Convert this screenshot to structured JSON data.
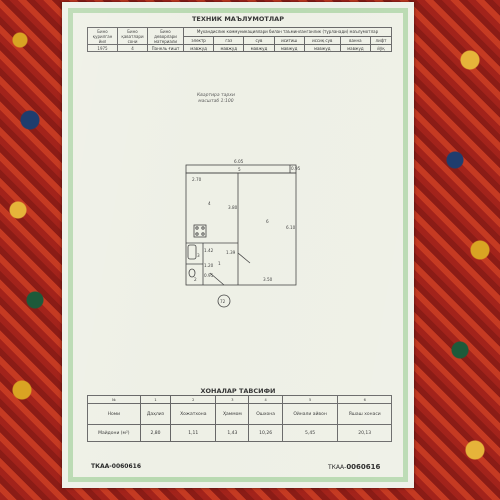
{
  "document": {
    "header_title": "ТЕХНИК МАЪЛУМОТЛАР",
    "top_table": {
      "col_built_year": "Бино қурилган йил",
      "col_floors": "Бино қаватлари сони",
      "col_wall_material": "Бино деворлари материали",
      "col_utilities": "Мұхандислик коммуникациялари билан таъминланганлик (тұрланади) маълумотлар",
      "sub_headers": [
        "электр",
        "газ",
        "сув",
        "иситиш",
        "иссиқ сув",
        "ванна",
        "лифт"
      ],
      "values_row": [
        "1975",
        "4",
        "Панель ғишт",
        "мавжуд",
        "мавжуд",
        "мавжуд",
        "мавжуд",
        "мавжуд",
        "мавжуд",
        "йўқ"
      ]
    },
    "plan_caption_line1": "Квартира тархи",
    "plan_caption_line2": "масштаб 1:100",
    "plan": {
      "dim_top": "6.05",
      "label_balcony": "5",
      "dim_kitchen_w": "2.70",
      "label_kitchen": "4",
      "dim_kitchen_h": "3.80",
      "label_room": "6",
      "dim_room_h": "6.10",
      "dim_room_w": "3.50",
      "label_hall": "1",
      "label_wc": "2",
      "label_bath": "3",
      "dim_hall_a": "1.42",
      "dim_hall_b": "1.39",
      "dim_small_a": "1.20",
      "dim_small_b": "0.95",
      "unit_number": "72",
      "dim_balcony_side": "0.95"
    },
    "bottom_title": "ХОНАЛАР ТАВСИФИ",
    "bottom_table": {
      "num_row": [
        "№",
        "1",
        "2",
        "3",
        "4",
        "5",
        "6"
      ],
      "name_row": [
        "Номи",
        "Даҳлиз",
        "Хожатхона",
        "Ҳаммом",
        "Ошхона",
        "Ойнали айвон",
        "Яшаш хонаси"
      ],
      "area_row": [
        "Майдони (м²)",
        "2,80",
        "1,11",
        "1,43",
        "10,26",
        "5,45",
        "20,13"
      ]
    },
    "code_left": "ТКАА-0060616",
    "code_right_prefix": "ТКАА-",
    "code_right_number": "0060616"
  }
}
